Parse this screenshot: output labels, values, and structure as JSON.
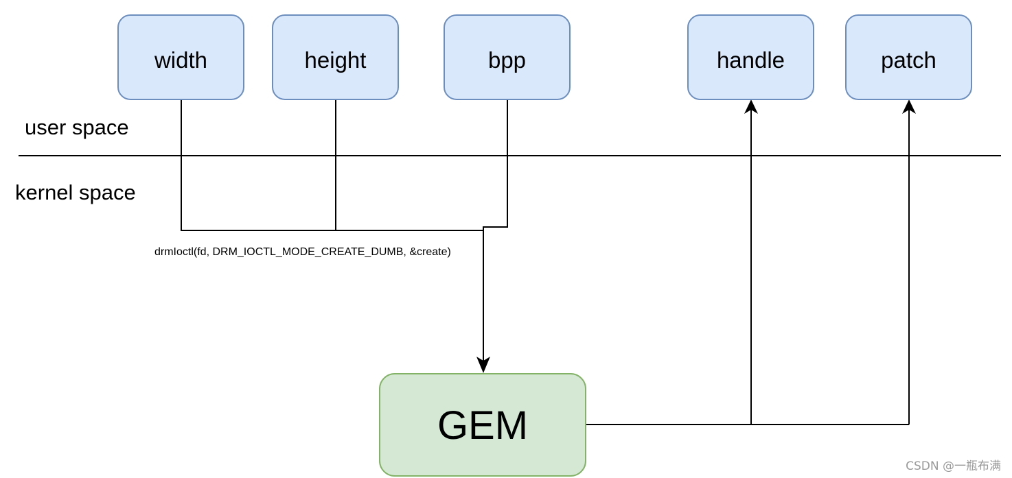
{
  "boxes": {
    "width": "width",
    "height": "height",
    "bpp": "bpp",
    "handle": "handle",
    "patch": "patch",
    "gem": "GEM"
  },
  "zones": {
    "user": "user space",
    "kernel": "kernel space"
  },
  "call": "drmIoctl(fd, DRM_IOCTL_MODE_CREATE_DUMB, &create)",
  "watermark": "CSDN @一瓶布满",
  "colors": {
    "input_fill": "#dae8fc",
    "input_stroke": "#6c8ebf",
    "gem_fill": "#d5e8d4",
    "gem_stroke": "#82b366"
  }
}
